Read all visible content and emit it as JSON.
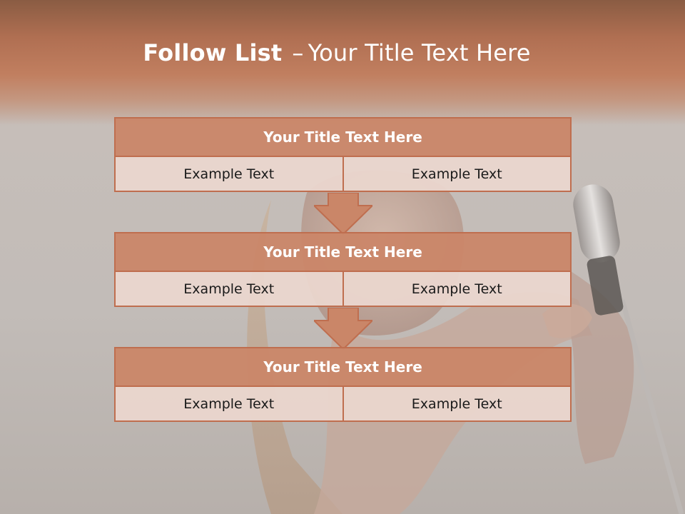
{
  "slide": {
    "title_bold": "Follow List",
    "title_separator": "–",
    "title_rest": "Your Title Text Here",
    "blocks": [
      {
        "title": "Your Title Text Here",
        "cells": [
          "Example Text",
          "Example Text"
        ]
      },
      {
        "title": "Your Title Text Here",
        "cells": [
          "Example Text",
          "Example Text"
        ]
      },
      {
        "title": "Your Title Text Here",
        "cells": [
          "Example Text",
          "Example Text"
        ]
      }
    ]
  },
  "colors": {
    "accent": "#bf6e4f",
    "header_fill": "#ca8668",
    "cell_fill": "#ead6ce",
    "title_text": "#ffffff"
  },
  "icons": [
    "down-arrow-icon",
    "down-arrow-icon"
  ]
}
